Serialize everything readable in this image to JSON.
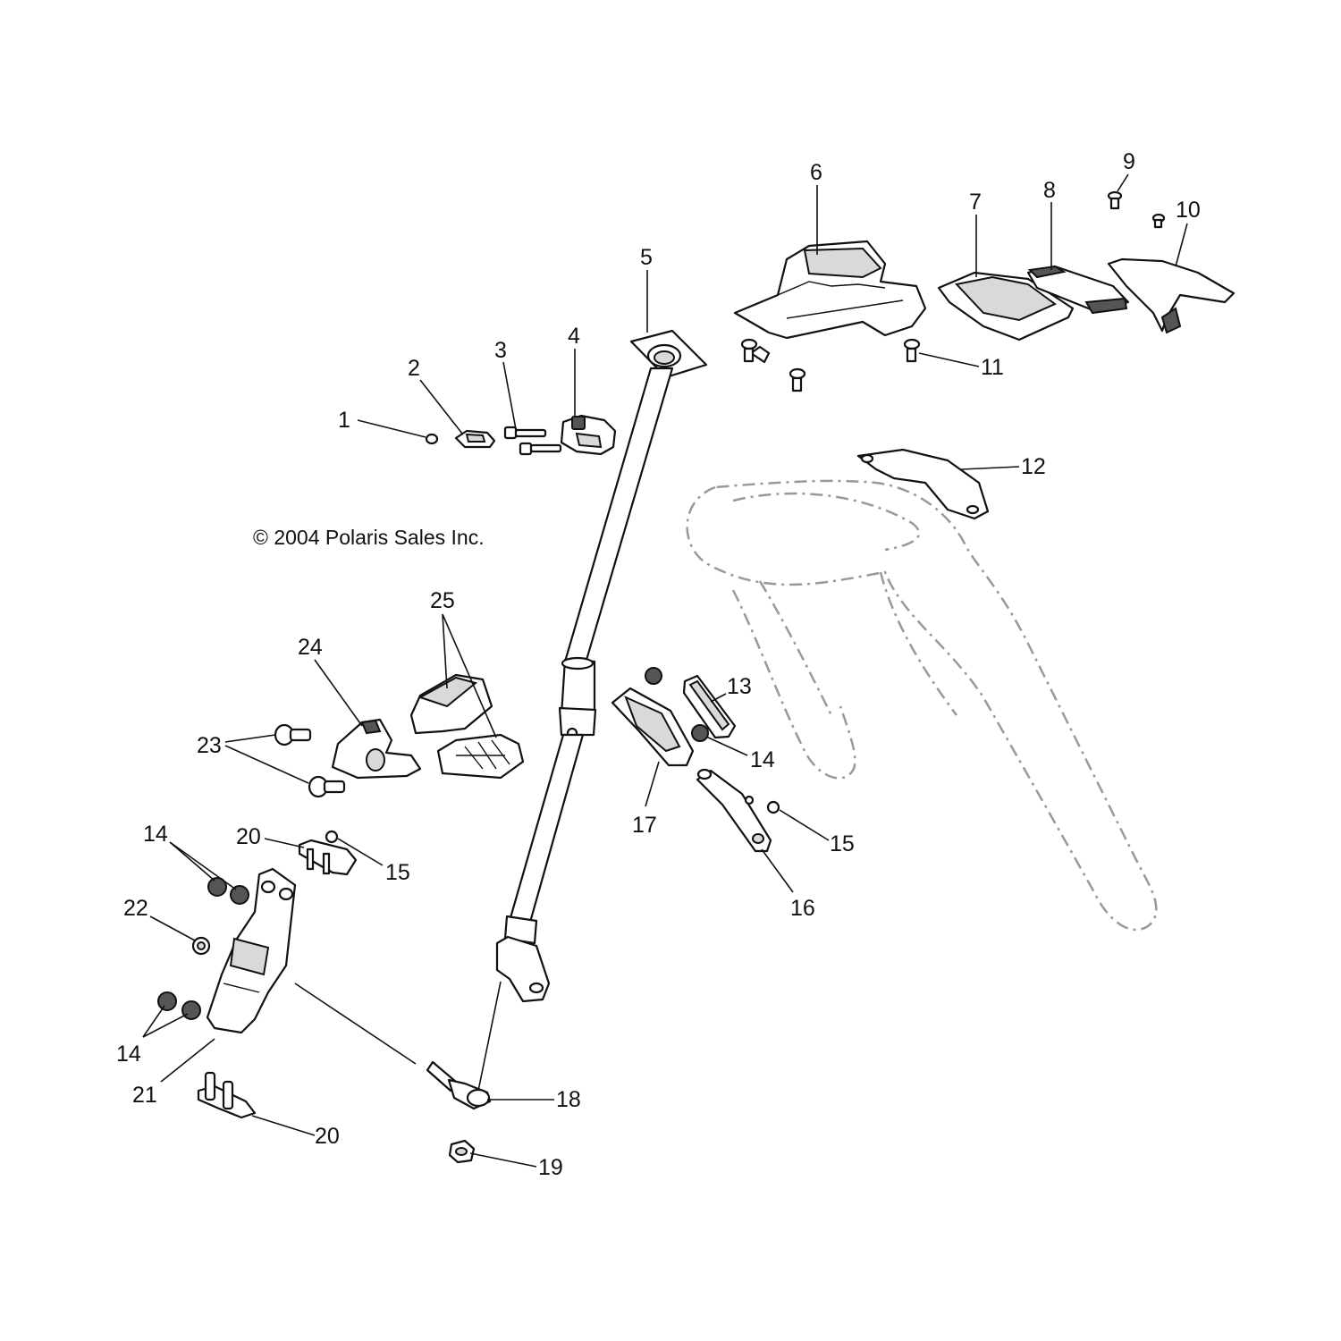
{
  "copyright": "© 2004 Polaris Sales Inc.",
  "callouts": [
    {
      "id": "c1",
      "text": "1"
    },
    {
      "id": "c2",
      "text": "2"
    },
    {
      "id": "c3",
      "text": "3"
    },
    {
      "id": "c4",
      "text": "4"
    },
    {
      "id": "c5",
      "text": "5"
    },
    {
      "id": "c6",
      "text": "6"
    },
    {
      "id": "c7",
      "text": "7"
    },
    {
      "id": "c8",
      "text": "8"
    },
    {
      "id": "c9",
      "text": "9"
    },
    {
      "id": "c10",
      "text": "10"
    },
    {
      "id": "c11",
      "text": "11"
    },
    {
      "id": "c12",
      "text": "12"
    },
    {
      "id": "c13",
      "text": "13"
    },
    {
      "id": "c14a",
      "text": "14"
    },
    {
      "id": "c14b",
      "text": "14"
    },
    {
      "id": "c14c",
      "text": "14"
    },
    {
      "id": "c15a",
      "text": "15"
    },
    {
      "id": "c15b",
      "text": "15"
    },
    {
      "id": "c16",
      "text": "16"
    },
    {
      "id": "c17",
      "text": "17"
    },
    {
      "id": "c18",
      "text": "18"
    },
    {
      "id": "c19",
      "text": "19"
    },
    {
      "id": "c20a",
      "text": "20"
    },
    {
      "id": "c20b",
      "text": "20"
    },
    {
      "id": "c21",
      "text": "21"
    },
    {
      "id": "c22",
      "text": "22"
    },
    {
      "id": "c23",
      "text": "23"
    },
    {
      "id": "c24",
      "text": "24"
    },
    {
      "id": "c25",
      "text": "25"
    }
  ]
}
